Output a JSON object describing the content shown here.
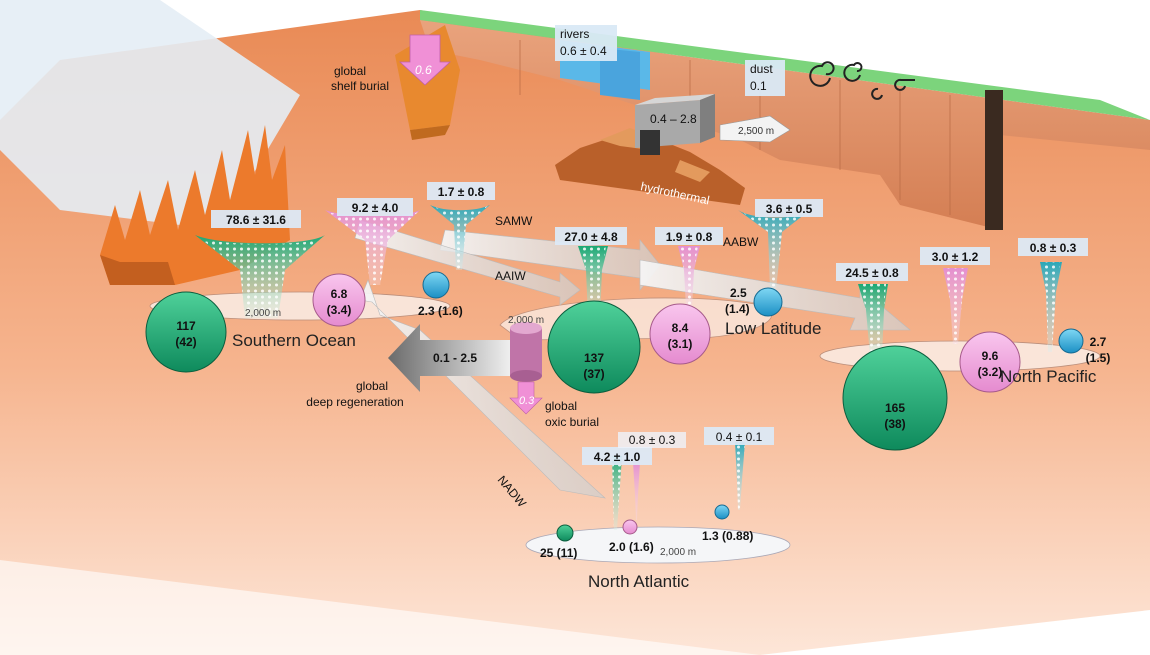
{
  "regions": {
    "southern_ocean": "Southern Ocean",
    "low_latitude": "Low Latitude",
    "north_pacific": "North Pacific",
    "north_atlantic": "North Atlantic"
  },
  "depth_label": "2,000 m",
  "coastal": {
    "rivers_label": "rivers",
    "rivers_value": "0.6 ± 0.4",
    "dust_label": "dust",
    "dust_value": "0.1",
    "shelf_burial_line1": "global",
    "shelf_burial_line2": "shelf burial",
    "shelf_burial_value": "0.6",
    "hydrothermal_label": "hydrothermal",
    "hydrothermal_value": "0.4 – 2.8",
    "hydrothermal_depth": "2,500 m"
  },
  "water_masses": {
    "samw": "SAMW",
    "aaiw": "AAIW",
    "aabw": "AABW",
    "nadw": "NADW"
  },
  "deep": {
    "regeneration_line1": "global",
    "regeneration_line2": "deep regeneration",
    "regeneration_value": "0.1 - 2.5",
    "oxic_burial_line1": "global",
    "oxic_burial_line2": "oxic burial",
    "oxic_burial_value": "0.3"
  },
  "funnel_labels": {
    "so_green": "78.6 ± 31.6",
    "so_pink": "9.2 ± 4.0",
    "so_blue": "1.7 ± 0.8",
    "ll_green": "27.0 ± 4.8",
    "ll_pink": "1.9 ± 0.8",
    "ll_blue": "3.6 ± 0.5",
    "np_green": "24.5 ± 0.8",
    "np_pink": "3.0 ± 1.2",
    "np_blue": "0.8 ± 0.3",
    "na_green": "4.2 ± 1.0",
    "na_pink": "0.8 ± 0.3",
    "na_blue": "0.4 ± 0.1"
  },
  "pools": {
    "so_green_1": "117",
    "so_green_2": "(42)",
    "so_pink_1": "6.8",
    "so_pink_2": "(3.4)",
    "so_blue": "2.3 (1.6)",
    "ll_green_1": "137",
    "ll_green_2": "(37)",
    "ll_pink_1": "8.4",
    "ll_pink_2": "(3.1)",
    "ll_blue_1": "2.5",
    "ll_blue_2": "(1.4)",
    "np_green_1": "165",
    "np_green_2": "(38)",
    "np_pink_1": "9.6",
    "np_pink_2": "(3.2)",
    "np_blue_1": "2.7",
    "np_blue_2": "(1.5)",
    "na_green": "25 (11)",
    "na_pink": "2.0 (1.6)",
    "na_blue": "1.3 (0.88)"
  },
  "colors": {
    "green": "#1f9e6e",
    "pink": "#ee9fd9",
    "blue": "#2aa7d8",
    "seafloor": "#f2a77c"
  }
}
